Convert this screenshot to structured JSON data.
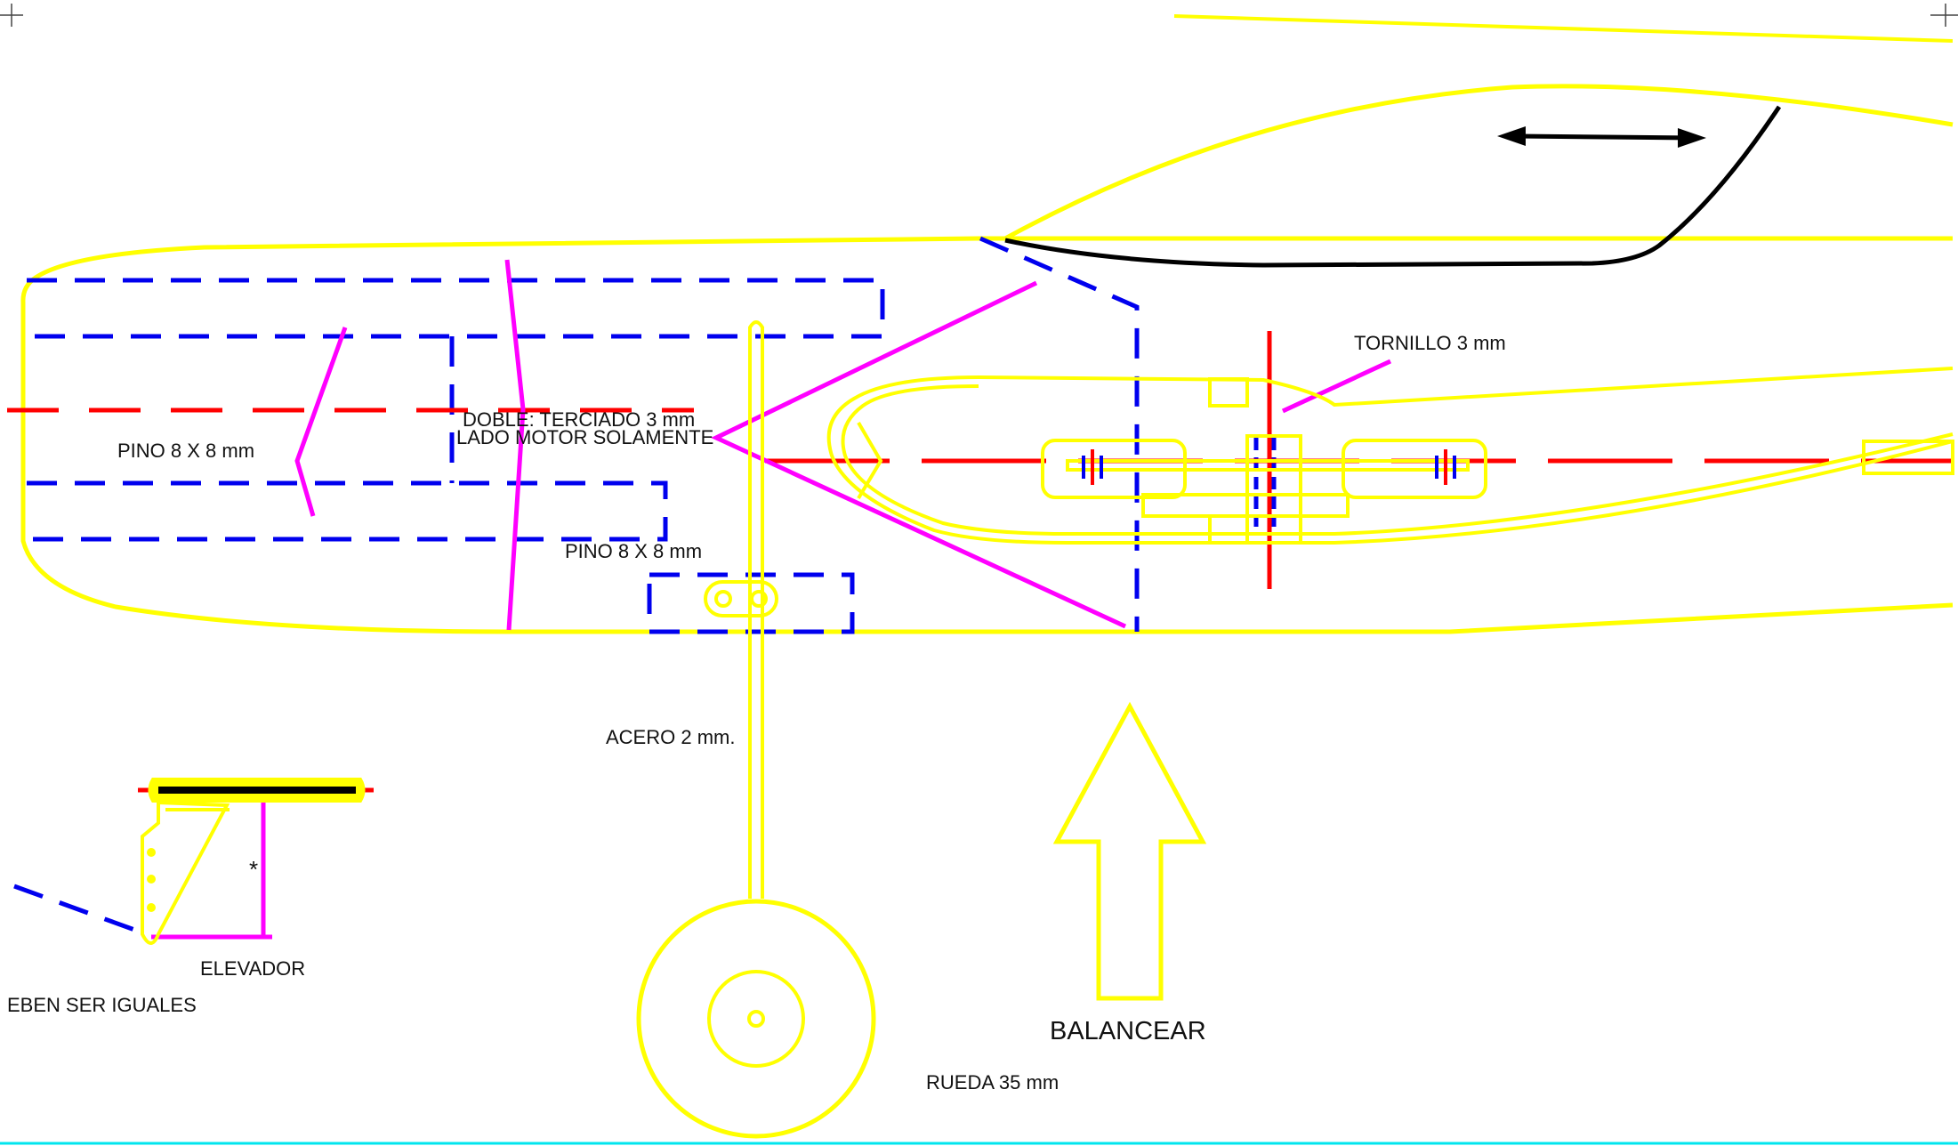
{
  "labels": {
    "pino_left": "PINO 8 X 8 mm",
    "doble_line1": "DOBLE: TERCIADO 3 mm",
    "doble_line2": "LADO MOTOR SOLAMENTE",
    "pino_center": "PINO 8 X 8 mm",
    "tornillo": "TORNILLO 3 mm",
    "acero": "ACERO 2 mm.",
    "asterisk": "*",
    "elevador": "ELEVADOR",
    "deben": "EBEN SER IGUALES",
    "balancear": "BALANCEAR",
    "rueda": "RUEDA 35 mm"
  },
  "colors": {
    "outline": "#ffff00",
    "hidden_structure": "#0000ee",
    "centerline": "#ff0000",
    "leader": "#ff00ff",
    "canopy": "#000000",
    "page_edge": "#00e5ee"
  },
  "icons": {
    "double_arrow": "double-headed-arrow-icon",
    "balance_arrow": "up-arrow-icon",
    "crop_marks": "corner-crop-mark-icon"
  }
}
